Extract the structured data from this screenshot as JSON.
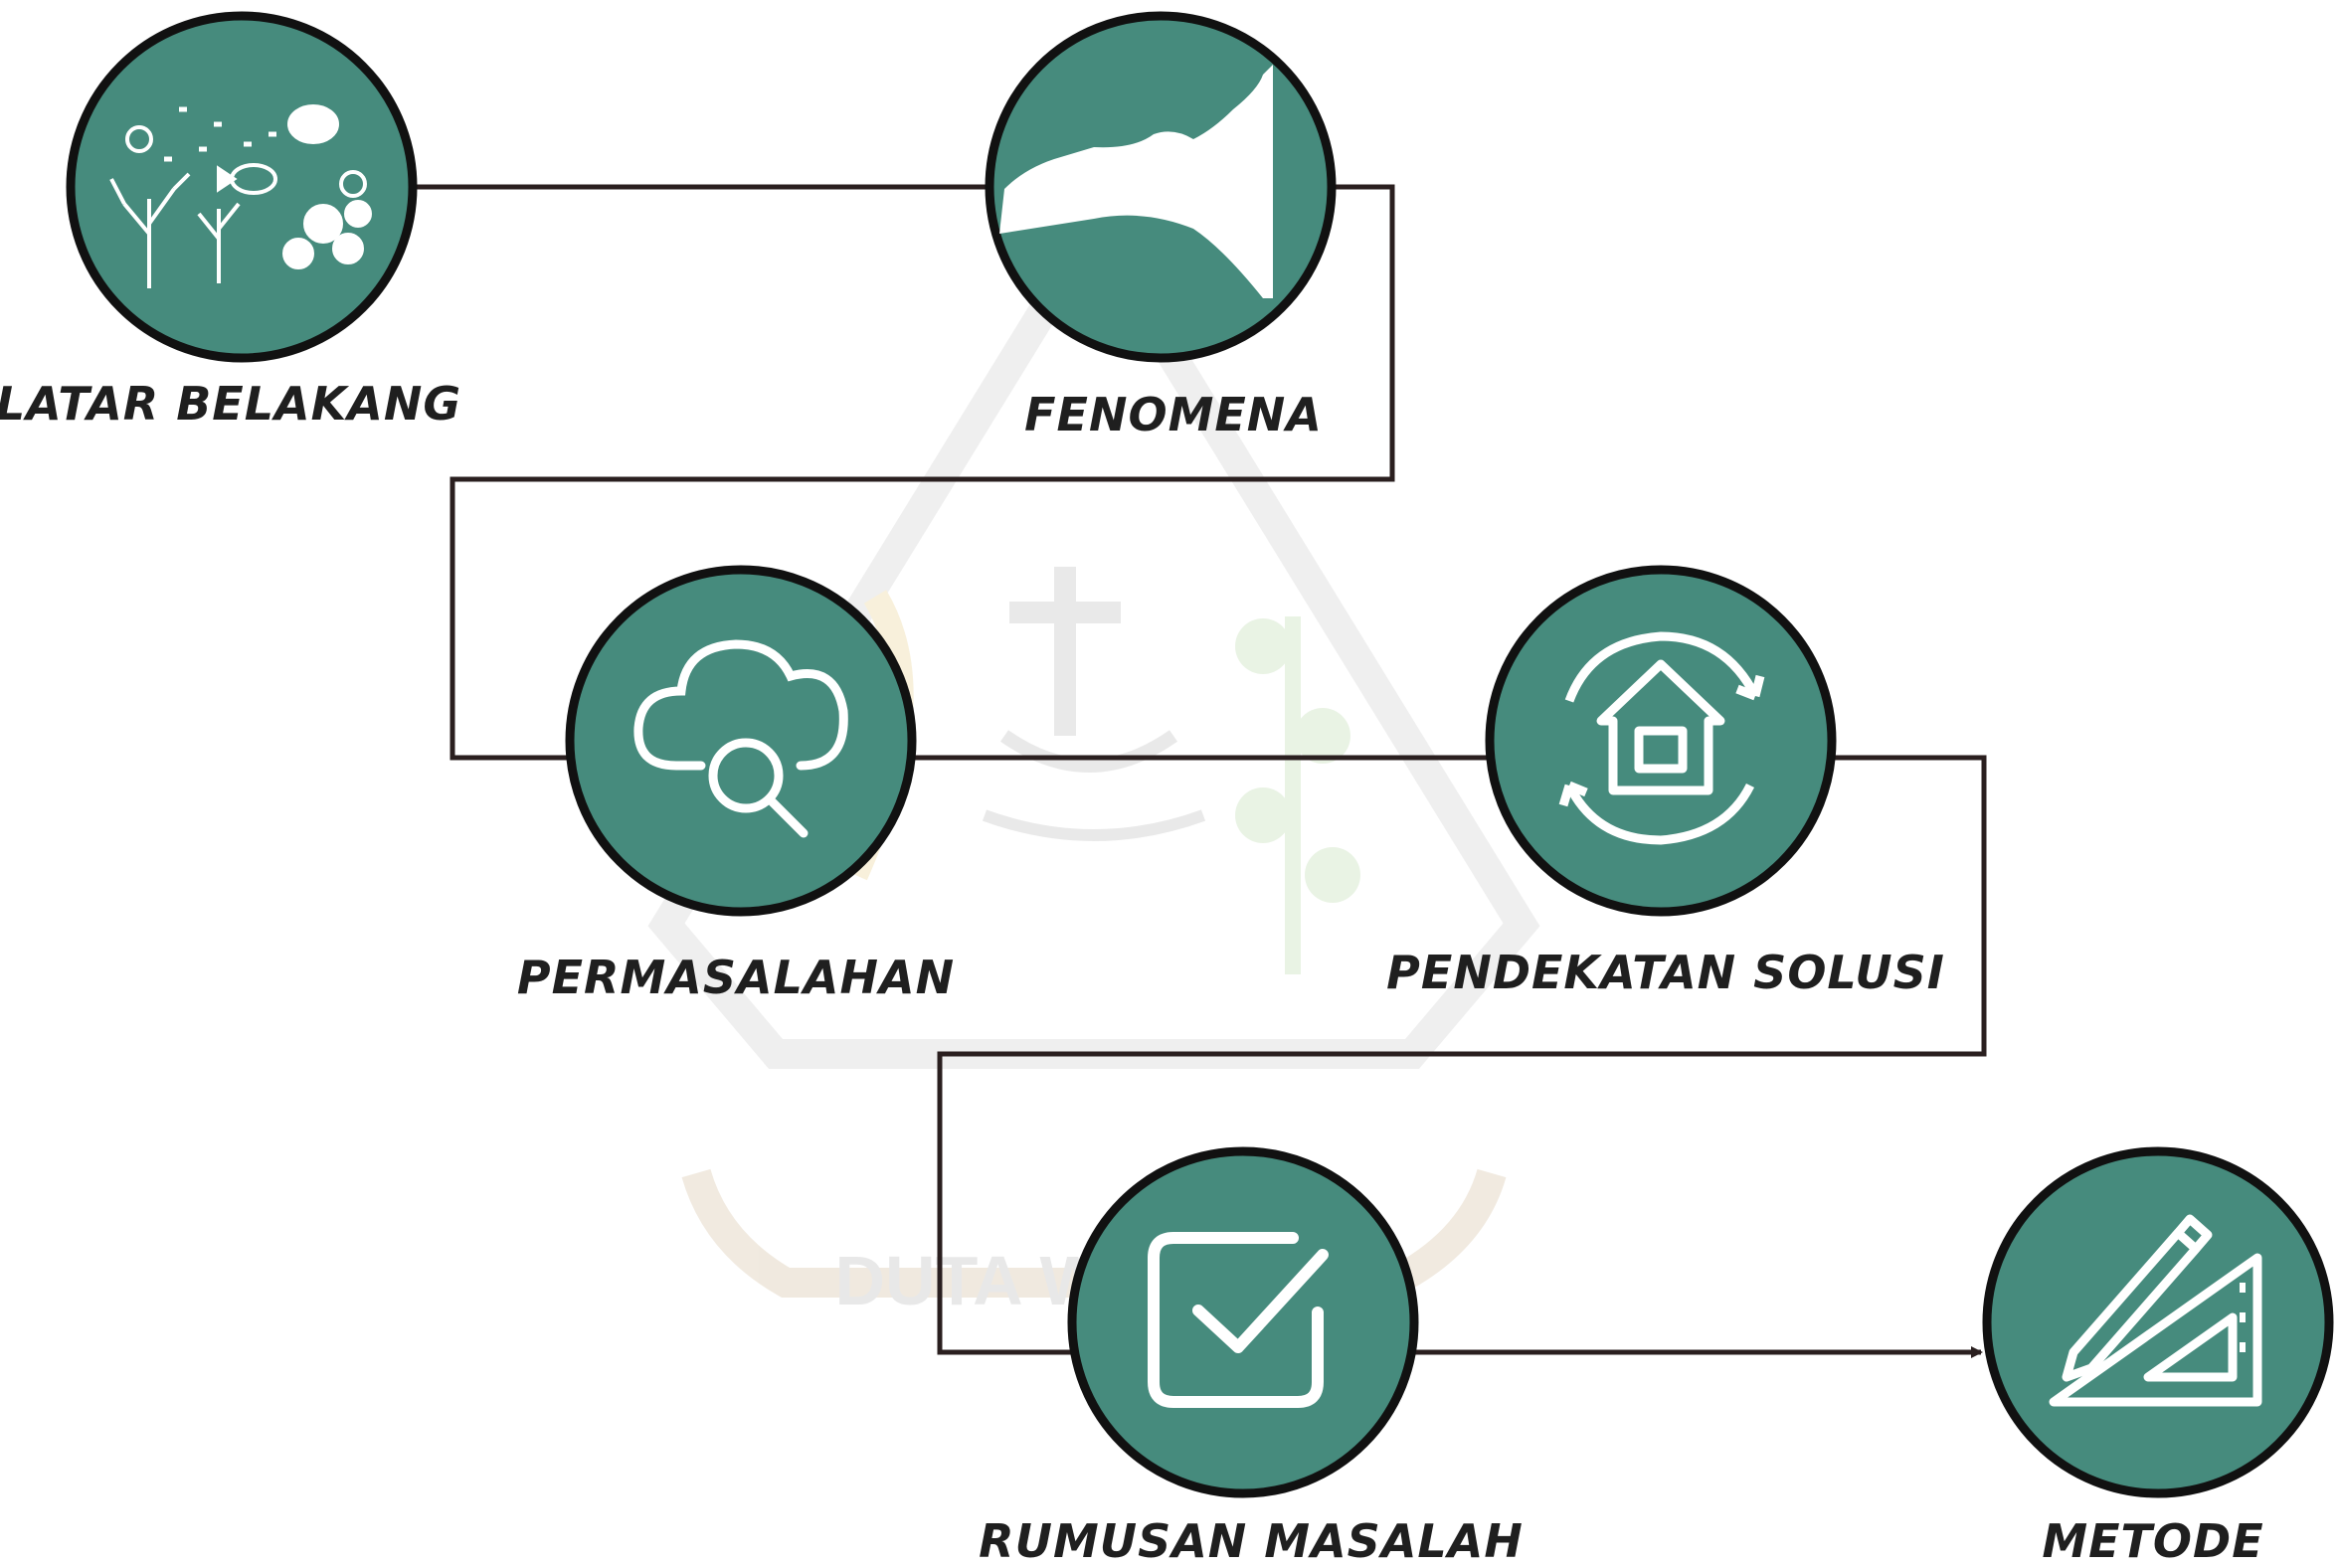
{
  "theme": {
    "node_fill": "#468b7d",
    "node_stroke": "#111111",
    "connector_color": "#2a1f1f",
    "icon_color": "#ffffff",
    "label_color": "#1f1f1f",
    "watermark_color": "#c8c8c8"
  },
  "watermark": {
    "text": "DUTA WACANA"
  },
  "nodes": [
    {
      "id": "latar-belakang",
      "label": "LATAR BELAKANG",
      "icon": "coral-reef-icon"
    },
    {
      "id": "fenomena",
      "label": "FENOMENA",
      "icon": "cliff-silhouette-icon"
    },
    {
      "id": "permasalahan",
      "label": "PERMASALAHAN",
      "icon": "cloud-search-icon"
    },
    {
      "id": "pendekatan-solusi",
      "label": "PENDEKATAN SOLUSI",
      "icon": "house-refresh-icon"
    },
    {
      "id": "rumusan-masalah",
      "label": "RUMUSAN MASALAH",
      "icon": "checkbox-icon"
    },
    {
      "id": "metode",
      "label": "METODE",
      "icon": "pen-ruler-icon"
    }
  ]
}
